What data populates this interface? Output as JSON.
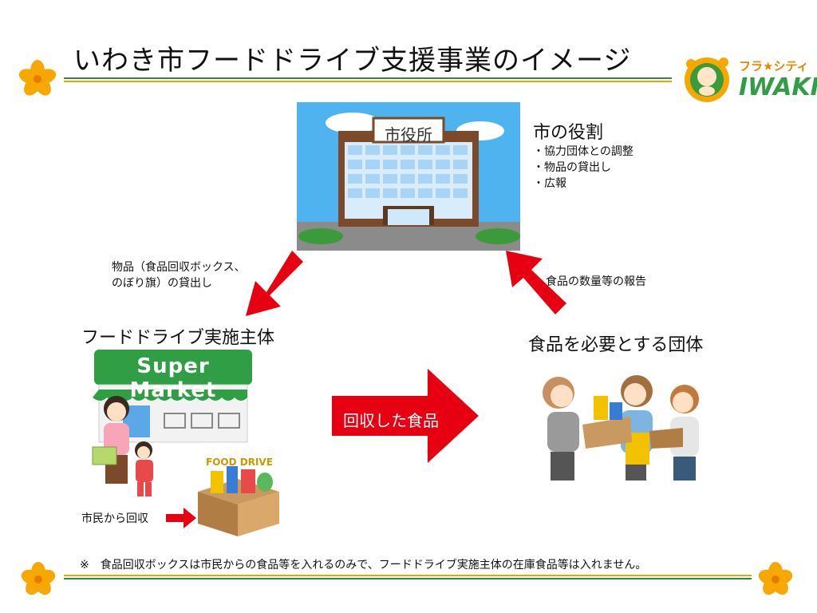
{
  "title": "いわき市フードドライブ支援事業のイメージ",
  "city_hall": {
    "sign": "市役所",
    "roles_heading": "市の役割",
    "roles": [
      "協力団体との調整",
      "物品の貸出し",
      "広報"
    ]
  },
  "arrows": {
    "lend_label_line1": "物品（食品回収ボックス、",
    "lend_label_line2": "のぼり旗）の貸出し",
    "report_label": "食品の数量等の報告",
    "collected_food_label": "回収した食品"
  },
  "implementer": {
    "heading": "フードドライブ実施主体",
    "store_sign": "Super Market",
    "box_label": "FOOD DRIVE",
    "citizens_label": "市民から回収"
  },
  "recipient": {
    "heading": "食品を必要とする団体"
  },
  "logo": {
    "line1": "フラ★シティ",
    "line2": "IWAKI"
  },
  "footnote": "※　食品回収ボックスは市民からの食品等を入れるのみで、フードドライブ実施主体の在庫食品等は入れません。",
  "colors": {
    "arrow_red": "#e60012",
    "rule_green": "#2e8b3a",
    "rule_gold": "#e0a800",
    "flower_orange": "#f6a800",
    "store_green": "#2f9e44"
  }
}
